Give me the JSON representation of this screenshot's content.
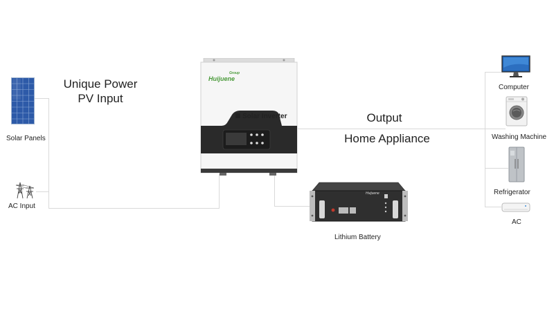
{
  "left_caption": {
    "line1": "Unique Power",
    "line2": "PV Input"
  },
  "right_caption": {
    "line1": "Output",
    "line2": "Home Appliance"
  },
  "inverter": {
    "brand": "Huijuene",
    "brand_sub": "Group",
    "label": "Solar Inverter"
  },
  "battery": {
    "label": "Lithium Battery",
    "brand": "Huijuene"
  },
  "sources": [
    {
      "label": "Solar Panels",
      "icon": "solar-panel-icon"
    },
    {
      "label": "AC Input",
      "icon": "power-pylon-icon"
    }
  ],
  "appliances": [
    {
      "label": "Computer",
      "icon": "computer-monitor-icon"
    },
    {
      "label": "Washing Machine",
      "icon": "washing-machine-icon"
    },
    {
      "label": "Refrigerator",
      "icon": "refrigerator-icon"
    },
    {
      "label": "AC",
      "icon": "air-conditioner-icon"
    }
  ],
  "colors": {
    "wire": "#d9d9d9",
    "inverter_dark": "#2a2a2a",
    "inverter_body": "#f4f4f4",
    "brand_green": "#4a9a3a",
    "panel_blue": "#2d5aa8",
    "battery_dark": "#333333"
  }
}
